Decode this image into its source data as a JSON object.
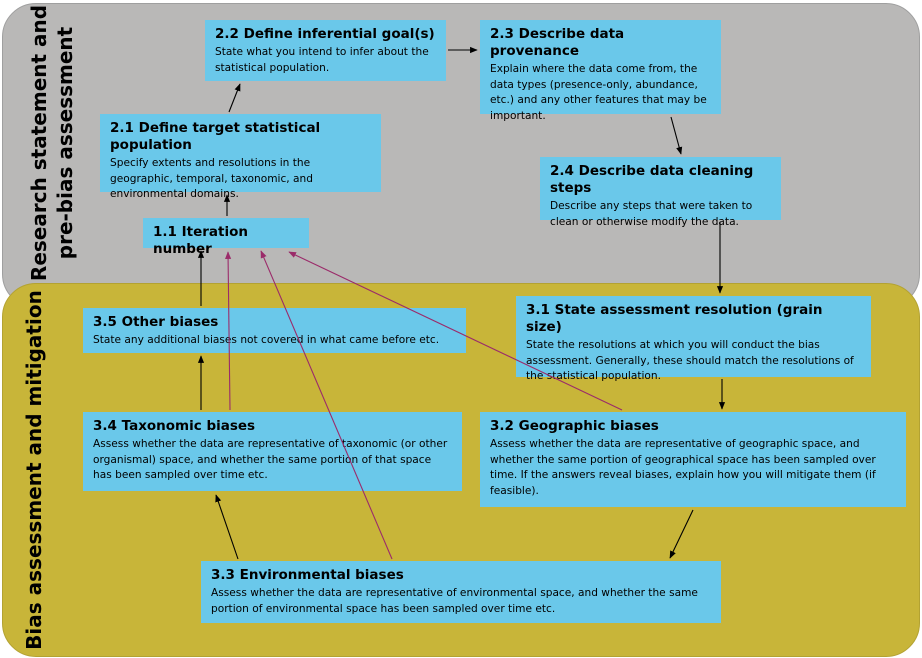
{
  "sections": {
    "top": "Research statement and\npre-bias assessment",
    "bottom": "Bias assessment and mitigation"
  },
  "boxes": {
    "b11": {
      "title": "1.1 Iteration number",
      "desc": ""
    },
    "b21": {
      "title": "2.1 Define target statistical population",
      "desc": "Specify extents and resolutions in the geographic, temporal, taxonomic, and environmental domains."
    },
    "b22": {
      "title": "2.2 Define inferential goal(s)",
      "desc": "State what you intend to infer about the statistical population."
    },
    "b23": {
      "title": "2.3 Describe data provenance",
      "desc": "Explain where the data come from, the data types (presence-only, abundance, etc.) and any other features that may be important."
    },
    "b24": {
      "title": "2.4 Describe data cleaning steps",
      "desc": "Describe any steps that were taken to clean or otherwise modify the data."
    },
    "b31": {
      "title": "3.1 State assessment resolution (grain size)",
      "desc": "State the resolutions at which you will conduct the bias assessment.  Generally, these should match the resolutions of the statistical population."
    },
    "b32": {
      "title": "3.2 Geographic biases",
      "desc": "Assess whether the data are representative of geographic space, and whether the same portion of geographical space has been sampled over time. If the answers reveal biases, explain how you will mitigate them (if feasible)."
    },
    "b33": {
      "title": "3.3 Environmental biases",
      "desc": "Assess whether the data are representative of environmental space, and whether the same portion of environmental space has been sampled over time etc."
    },
    "b34": {
      "title": "3.4 Taxonomic biases",
      "desc": "Assess whether the data are representative of taxonomic (or other organismal) space, and whether the same portion of that space has been sampled over time etc."
    },
    "b35": {
      "title": "3.5 Other biases",
      "desc": "State any additional biases not covered in what came before etc."
    }
  },
  "colors": {
    "box_fill": "#6ac8ea",
    "top_panel": "#b9b8b7",
    "bottom_panel": "#c8b539",
    "arrow_black": "#000000",
    "arrow_feedback": "#9b2b6a"
  }
}
